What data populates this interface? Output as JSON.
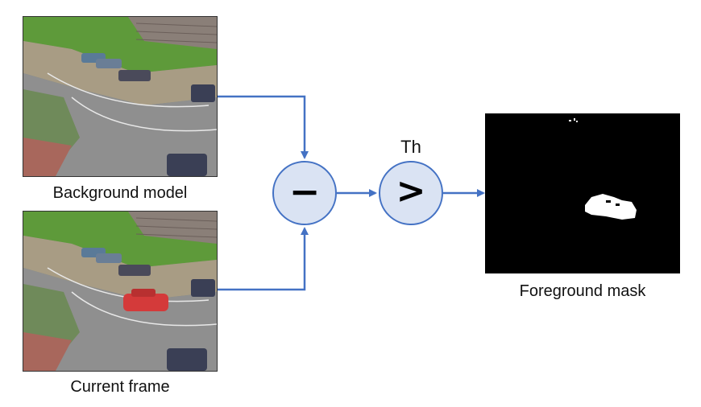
{
  "labels": {
    "background": "Background model",
    "current": "Current frame",
    "threshold": "Th",
    "foreground": "Foreground mask"
  },
  "operators": {
    "subtract": "−",
    "greater": ">"
  },
  "colors": {
    "arrow": "#4472c4",
    "node_fill": "#dae3f3",
    "node_stroke": "#4472c4",
    "mask_bg": "#000000",
    "mask_fg": "#ffffff"
  }
}
